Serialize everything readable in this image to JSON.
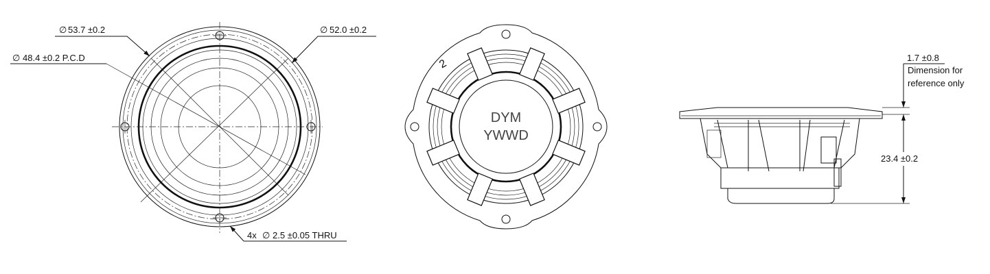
{
  "front_view": {
    "dim_outer": "53.7 ±0.2",
    "dim_pcd": "48.4 ±0.2 P.C.D",
    "dim_inner": "52.0 ±0.2",
    "dim_holes": "4x",
    "dim_holes_value": "2.5 ±0.05 THRU",
    "diameter_symbol": "∅"
  },
  "back_view": {
    "marking_line1": "DYM",
    "marking_line2": "YWWD",
    "pin_number": "2"
  },
  "side_view": {
    "dim_top": "1.7 ±0.8",
    "note_line1": "Dimension for",
    "note_line2": "reference only",
    "dim_height": "23.4 ±0.2"
  }
}
